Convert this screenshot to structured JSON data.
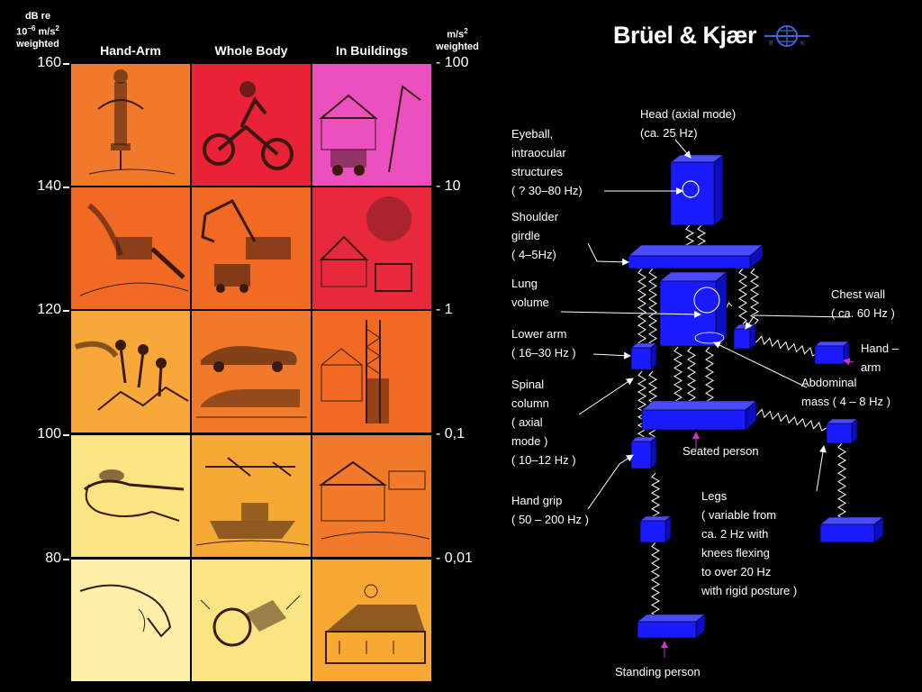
{
  "left_panel": {
    "left_unit": {
      "line1": "dB re",
      "line2_base": "10",
      "line2_exp": "−6",
      "line2_mid": " m/s",
      "line2_sup": "2",
      "line3": "weighted"
    },
    "right_unit": {
      "line1_base": "m/s",
      "line1_sup": "2",
      "line2": "weighted"
    },
    "columns": [
      "Hand-Arm",
      "Whole Body",
      "In Buildings"
    ],
    "db_scale": [
      "160",
      "140",
      "120",
      "100",
      "80"
    ],
    "ms_scale": [
      "100",
      "10",
      "1",
      "0,1",
      "0,01"
    ],
    "cell_colors": [
      [
        "#f07a2a",
        "#ea2238",
        "#ec4fc0"
      ],
      [
        "#f06a24",
        "#f06a24",
        "#e8283c"
      ],
      [
        "#f8a838",
        "#f07a2a",
        "#f06a24"
      ],
      [
        "#fbe484",
        "#f6a834",
        "#f07a2a"
      ],
      [
        "#fdf0a8",
        "#fbe484",
        "#f7a934"
      ]
    ]
  },
  "right_panel": {
    "brand": "Brüel & Kjær",
    "logo_letters": [
      "B",
      "K"
    ],
    "model_color": "#1a1aff",
    "labels": {
      "head": "Head (axial mode)\n(ca. 25 Hz)",
      "eyeball": "Eyeball,\nintraocular\nstructures\n( ? 30–80 Hz)",
      "shoulder": "Shoulder\ngirdle\n( 4–5Hz)",
      "lung": "Lung\nvolume",
      "lower_arm": "Lower arm\n( 16–30 Hz )",
      "spinal": "Spinal\ncolumn\n( axial\nmode )\n( 10–12 Hz )",
      "hand_grip": "Hand grip\n( 50 – 200 Hz )",
      "chest": "Chest wall\n( ca. 60 Hz )",
      "hand_arm": "Hand –\narm",
      "abdominal": "Abdominal\nmass ( 4 – 8 Hz )",
      "seated": "Seated person",
      "legs": "Legs\n( variable from\nca. 2 Hz with\nknees flexing\nto over 20 Hz\nwith rigid posture )",
      "standing": "Standing person"
    }
  }
}
